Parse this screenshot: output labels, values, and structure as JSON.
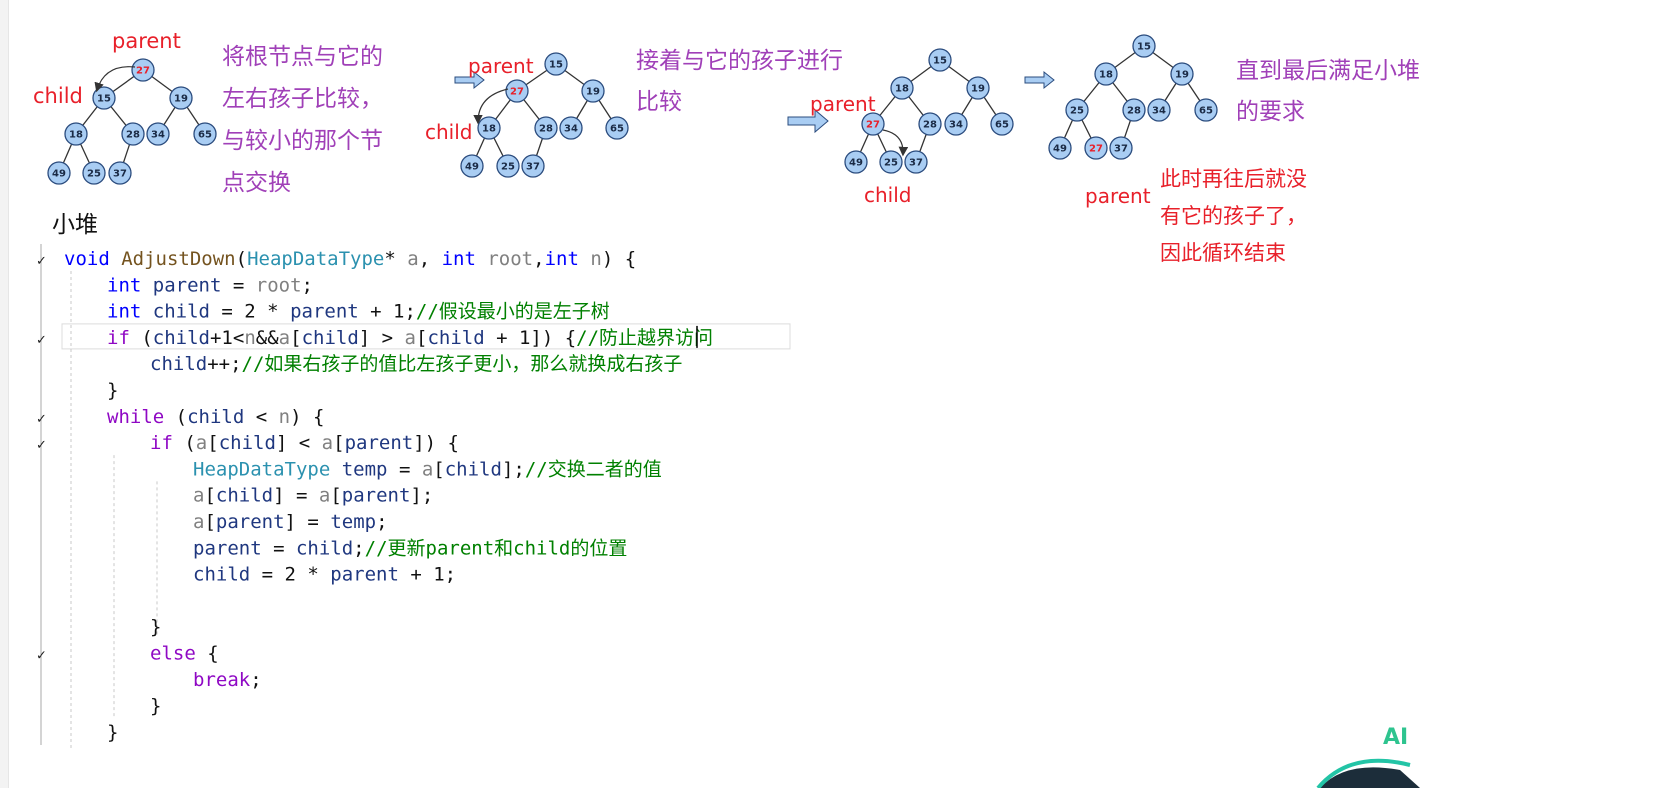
{
  "diagram": {
    "section_label": "小堆",
    "step1": {
      "label_parent": "parent",
      "label_child": "child",
      "caption_lines": [
        "将根节点与它的",
        "左右孩子比较，",
        "与较小的那个节",
        "点交换"
      ],
      "nodes": [
        "27",
        "15",
        "19",
        "18",
        "28",
        "34",
        "65",
        "49",
        "25",
        "37"
      ]
    },
    "step2": {
      "label_parent": "parent",
      "label_child": "child",
      "caption_lines": [
        "接着与它的孩子进行",
        "比较"
      ],
      "nodes": [
        "15",
        "27",
        "19",
        "18",
        "28",
        "34",
        "65",
        "49",
        "25",
        "37"
      ]
    },
    "step3": {
      "label_parent": "parent",
      "label_child": "child",
      "nodes": [
        "15",
        "18",
        "19",
        "27",
        "28",
        "34",
        "65",
        "49",
        "25",
        "37"
      ]
    },
    "step4": {
      "label_parent": "parent",
      "caption_lines": [
        "直到最后满足小堆",
        "的要求"
      ],
      "note_lines": [
        "此时再往后就没",
        "有它的孩子了，",
        "因此循环结束"
      ],
      "nodes": [
        "15",
        "18",
        "19",
        "25",
        "28",
        "34",
        "65",
        "49",
        "27",
        "37"
      ]
    },
    "colors": {
      "node_fill": "#a9cdf3",
      "node_stroke": "#2b4c7e",
      "highlight_text": "#e8202a",
      "purple_text": "#a040b8",
      "red_text": "#e8202a",
      "arrow_fill": "#a9cdf3"
    }
  },
  "code": {
    "lines": [
      {
        "indent": 0,
        "check": true,
        "html": "<tspan fill='#0000ff'>void</tspan> <tspan fill='#74531f'>AdjustDown</tspan>(<tspan fill='#2b91af'>HeapDataType</tspan>* <tspan fill='#808080'>a</tspan>, <tspan fill='#0000ff'>int</tspan> <tspan fill='#808080'>root</tspan>,<tspan fill='#0000ff'>int</tspan> <tspan fill='#808080'>n</tspan>) {"
      },
      {
        "indent": 1,
        "check": false,
        "html": "<tspan fill='#0000ff'>int</tspan> <tspan fill='#1f377f'>parent</tspan> = <tspan fill='#808080'>root</tspan>;"
      },
      {
        "indent": 1,
        "check": false,
        "html": "<tspan fill='#0000ff'>int</tspan> <tspan fill='#1f377f'>child</tspan> = 2 * <tspan fill='#1f377f'>parent</tspan> + 1;<tspan fill='#008000'>//假设最小的是左子树</tspan>"
      },
      {
        "indent": 1,
        "check": true,
        "html": "<tspan fill='#8f08c4'>if</tspan> (<tspan fill='#1f377f'>child</tspan>+1&lt;<tspan fill='#808080'>n</tspan>&amp;&amp;<tspan fill='#808080'>a</tspan>[<tspan fill='#1f377f'>child</tspan>] &gt; <tspan fill='#808080'>a</tspan>[<tspan fill='#1f377f'>child</tspan> + 1]) {<tspan fill='#008000'>//防止越界访问</tspan>"
      },
      {
        "indent": 2,
        "check": false,
        "html": "<tspan fill='#1f377f'>child</tspan>++;<tspan fill='#008000'>//如果右孩子的值比左孩子更小，那么就换成右孩子</tspan>"
      },
      {
        "indent": 1,
        "check": false,
        "html": "}"
      },
      {
        "indent": 1,
        "check": true,
        "html": "<tspan fill='#8f08c4'>while</tspan> (<tspan fill='#1f377f'>child</tspan> &lt; <tspan fill='#808080'>n</tspan>) {"
      },
      {
        "indent": 2,
        "check": true,
        "html": "<tspan fill='#8f08c4'>if</tspan> (<tspan fill='#808080'>a</tspan>[<tspan fill='#1f377f'>child</tspan>] &lt; <tspan fill='#808080'>a</tspan>[<tspan fill='#1f377f'>parent</tspan>]) {"
      },
      {
        "indent": 3,
        "check": false,
        "html": "<tspan fill='#2b91af'>HeapDataType</tspan> <tspan fill='#1f377f'>temp</tspan> = <tspan fill='#808080'>a</tspan>[<tspan fill='#1f377f'>child</tspan>];<tspan fill='#008000'>//交换二者的值</tspan>"
      },
      {
        "indent": 3,
        "check": false,
        "html": "<tspan fill='#808080'>a</tspan>[<tspan fill='#1f377f'>child</tspan>] = <tspan fill='#808080'>a</tspan>[<tspan fill='#1f377f'>parent</tspan>];"
      },
      {
        "indent": 3,
        "check": false,
        "html": "<tspan fill='#808080'>a</tspan>[<tspan fill='#1f377f'>parent</tspan>] = <tspan fill='#1f377f'>temp</tspan>;"
      },
      {
        "indent": 3,
        "check": false,
        "html": "<tspan fill='#1f377f'>parent</tspan> = <tspan fill='#1f377f'>child</tspan>;<tspan fill='#008000'>//更新parent和child的位置</tspan>"
      },
      {
        "indent": 3,
        "check": false,
        "html": "<tspan fill='#1f377f'>child</tspan> = 2 * <tspan fill='#1f377f'>parent</tspan> + 1;"
      },
      {
        "indent": 3,
        "check": false,
        "html": ""
      },
      {
        "indent": 2,
        "check": false,
        "html": "}"
      },
      {
        "indent": 2,
        "check": true,
        "html": "<tspan fill='#8f08c4'>else</tspan> {"
      },
      {
        "indent": 3,
        "check": false,
        "html": "<tspan fill='#8f08c4'>break</tspan>;"
      },
      {
        "indent": 2,
        "check": false,
        "html": "}"
      },
      {
        "indent": 1,
        "check": false,
        "html": "}"
      }
    ]
  },
  "watermark": {
    "text": "AI"
  }
}
